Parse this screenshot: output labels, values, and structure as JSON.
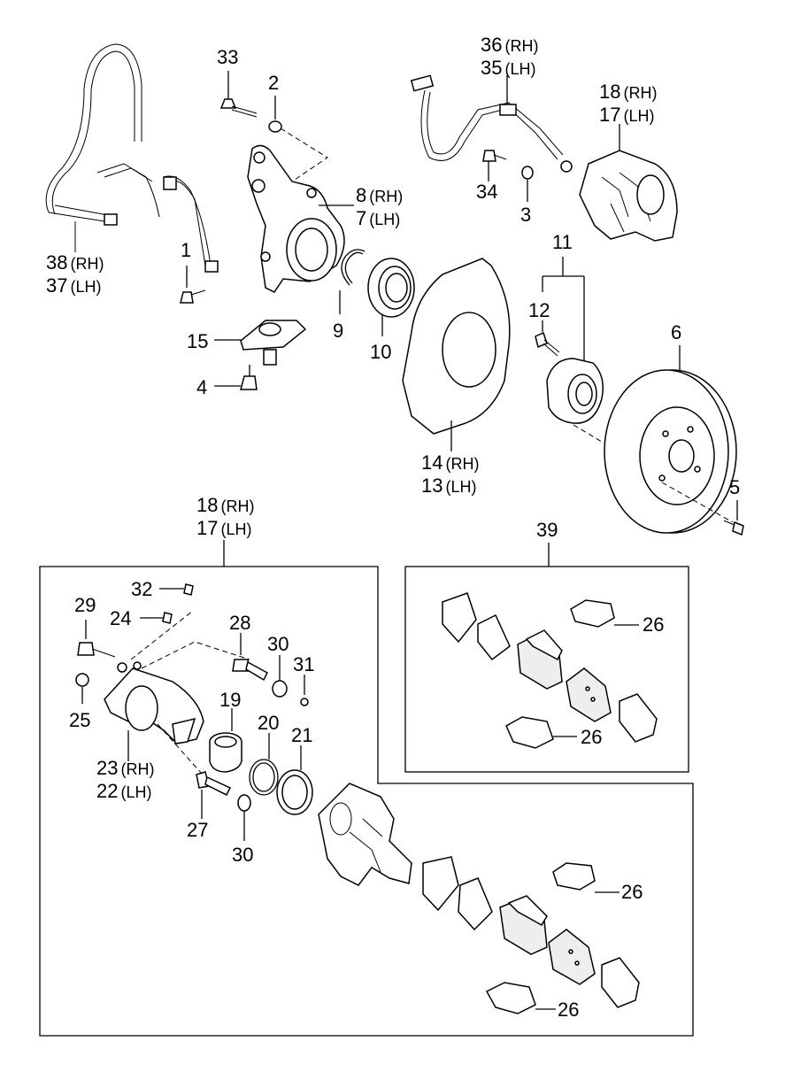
{
  "diagram": {
    "labels": [
      {
        "id": "l33",
        "number": "33",
        "suffix": ""
      },
      {
        "id": "l2",
        "number": "2",
        "suffix": ""
      },
      {
        "id": "l36",
        "number": "36",
        "suffix": "(RH)"
      },
      {
        "id": "l35",
        "number": "35",
        "suffix": "(LH)"
      },
      {
        "id": "l18a",
        "number": "18",
        "suffix": "(RH)"
      },
      {
        "id": "l17a",
        "number": "17",
        "suffix": "(LH)"
      },
      {
        "id": "l8",
        "number": "8",
        "suffix": "(RH)"
      },
      {
        "id": "l7",
        "number": "7",
        "suffix": "(LH)"
      },
      {
        "id": "l34",
        "number": "34",
        "suffix": ""
      },
      {
        "id": "l3",
        "number": "3",
        "suffix": ""
      },
      {
        "id": "l38",
        "number": "38",
        "suffix": "(RH)"
      },
      {
        "id": "l37",
        "number": "37",
        "suffix": "(LH)"
      },
      {
        "id": "l1",
        "number": "1",
        "suffix": ""
      },
      {
        "id": "l11",
        "number": "11",
        "suffix": ""
      },
      {
        "id": "l12",
        "number": "12",
        "suffix": ""
      },
      {
        "id": "l9",
        "number": "9",
        "suffix": ""
      },
      {
        "id": "l10",
        "number": "10",
        "suffix": ""
      },
      {
        "id": "l15",
        "number": "15",
        "suffix": ""
      },
      {
        "id": "l6",
        "number": "6",
        "suffix": ""
      },
      {
        "id": "l4",
        "number": "4",
        "suffix": ""
      },
      {
        "id": "l14",
        "number": "14",
        "suffix": "(RH)"
      },
      {
        "id": "l13",
        "number": "13",
        "suffix": "(LH)"
      },
      {
        "id": "l5",
        "number": "5",
        "suffix": ""
      },
      {
        "id": "l18b",
        "number": "18",
        "suffix": "(RH)"
      },
      {
        "id": "l17b",
        "number": "17",
        "suffix": "(LH)"
      },
      {
        "id": "l39",
        "number": "39",
        "suffix": ""
      },
      {
        "id": "l32",
        "number": "32",
        "suffix": ""
      },
      {
        "id": "l29",
        "number": "29",
        "suffix": ""
      },
      {
        "id": "l24",
        "number": "24",
        "suffix": ""
      },
      {
        "id": "l28",
        "number": "28",
        "suffix": ""
      },
      {
        "id": "l30a",
        "number": "30",
        "suffix": ""
      },
      {
        "id": "l31",
        "number": "31",
        "suffix": ""
      },
      {
        "id": "l26a",
        "number": "26",
        "suffix": ""
      },
      {
        "id": "l25",
        "number": "25",
        "suffix": ""
      },
      {
        "id": "l19",
        "number": "19",
        "suffix": ""
      },
      {
        "id": "l20",
        "number": "20",
        "suffix": ""
      },
      {
        "id": "l21",
        "number": "21",
        "suffix": ""
      },
      {
        "id": "l26b",
        "number": "26",
        "suffix": ""
      },
      {
        "id": "l23",
        "number": "23",
        "suffix": "(RH)"
      },
      {
        "id": "l22",
        "number": "22",
        "suffix": "(LH)"
      },
      {
        "id": "l27",
        "number": "27",
        "suffix": ""
      },
      {
        "id": "l30b",
        "number": "30",
        "suffix": ""
      },
      {
        "id": "l26c",
        "number": "26",
        "suffix": ""
      },
      {
        "id": "l26d",
        "number": "26",
        "suffix": ""
      }
    ]
  }
}
